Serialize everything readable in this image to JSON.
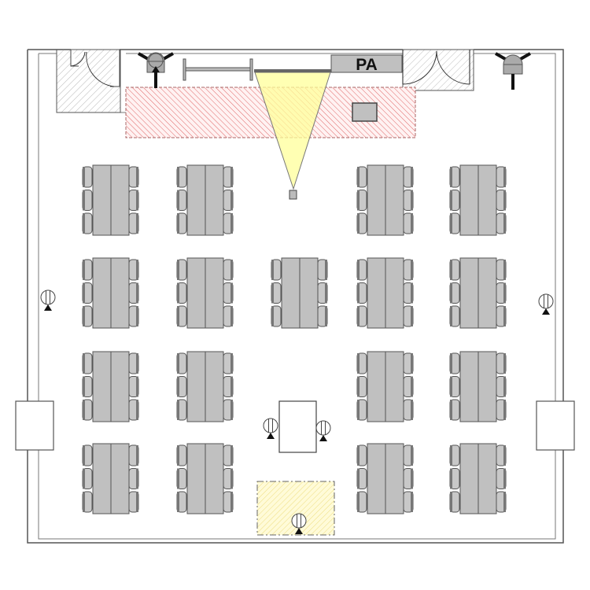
{
  "floorplan": {
    "pa_label": "PA",
    "colors": {
      "wall": "#555555",
      "table": "#c0c0c0",
      "stage_zone": "#e06060",
      "projection": "#ffff99",
      "presenter_zone": "#f0e070"
    },
    "table_clusters": 17,
    "seats_per_cluster": 6
  }
}
